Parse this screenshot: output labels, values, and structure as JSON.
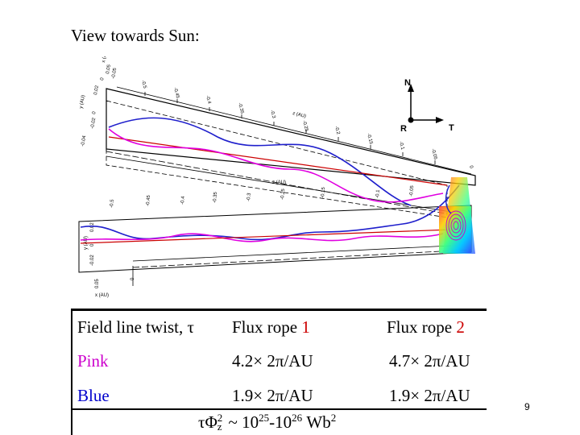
{
  "slide": {
    "title": "View towards Sun:",
    "page_number": "9"
  },
  "figure": {
    "top_axis": {
      "x_label": "x (AU)",
      "y_label": "y (AU)",
      "z_label": "z (AU)",
      "x_ticks": [
        "0",
        "0.05",
        "-0.05"
      ],
      "y_ticks": [
        "0.02",
        "0",
        "-0.02",
        "-0.04"
      ],
      "z_ticks": [
        "-0.5",
        "-0.45",
        "-0.4",
        "-0.35",
        "-0.3",
        "-0.25",
        "-0.2",
        "-0.15",
        "-0.1",
        "-0.05",
        "0"
      ]
    },
    "bottom_axis": {
      "x_label": "x (AU)",
      "y_label": "y (AU)",
      "z_label": "z (AU)",
      "z_ticks": [
        "-0.5",
        "-0.45",
        "-0.4",
        "-0.35",
        "-0.3",
        "-0.25",
        "-0.2",
        "-0.15",
        "-0.1",
        "-0.05"
      ],
      "y_ticks": [
        "0.02",
        "0",
        "-0.02"
      ],
      "x_ticks": [
        "0.05",
        "0"
      ]
    },
    "compass": {
      "north": "N",
      "radial": "R",
      "tangential": "T"
    },
    "colors": {
      "red": "#cc0000",
      "pink": "#e000e0",
      "blue": "#1f1fcc"
    }
  },
  "table": {
    "header": {
      "col1": "Field line twist, τ",
      "col2_prefix": "Flux rope ",
      "col2_num": "1",
      "col3_prefix": "Flux rope ",
      "col3_num": "2"
    },
    "rows": [
      {
        "label": "Pink",
        "rope1": "4.2× 2π/AU",
        "rope2": "4.7× 2π/AU"
      },
      {
        "label": "Blue",
        "rope1": "1.9× 2π/AU",
        "rope2": "1.9× 2π/AU"
      }
    ],
    "formula": {
      "a": "τΦ",
      "sup": "2",
      "sub": "z",
      "b": " ~ 10",
      "exp1": "25",
      "c": "-10",
      "exp2": "26",
      "d": " Wb",
      "exp3": "2"
    }
  }
}
